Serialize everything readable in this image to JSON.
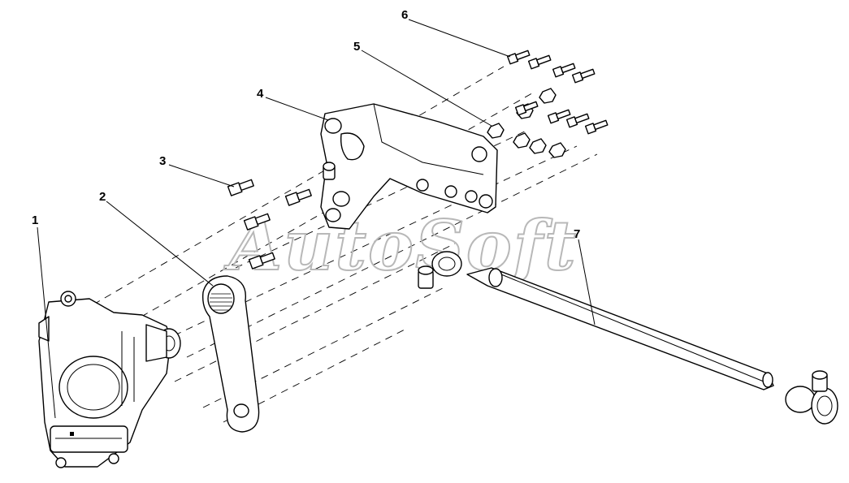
{
  "watermark": "AutoSoft",
  "callouts": [
    {
      "id": "1",
      "label": "1"
    },
    {
      "id": "2",
      "label": "2"
    },
    {
      "id": "3",
      "label": "3"
    },
    {
      "id": "4",
      "label": "4"
    },
    {
      "id": "5",
      "label": "5"
    },
    {
      "id": "6",
      "label": "6"
    },
    {
      "id": "7",
      "label": "7"
    }
  ],
  "colors": {
    "line": "#000000",
    "background": "#ffffff",
    "watermark": "#b8b8b8"
  }
}
